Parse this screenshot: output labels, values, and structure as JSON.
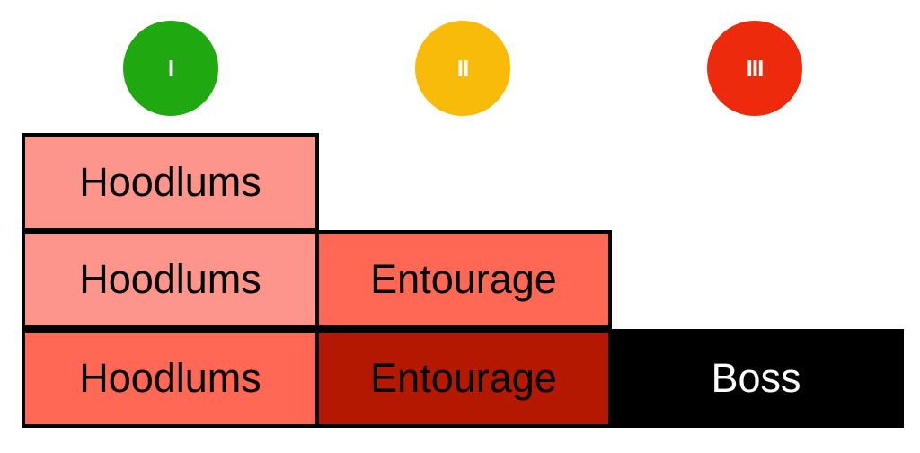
{
  "levels": [
    {
      "label": "I",
      "color": "#1fa80f"
    },
    {
      "label": "II",
      "color": "#f9bb0a"
    },
    {
      "label": "III",
      "color": "#ed2a0c"
    }
  ],
  "rows": [
    {
      "cells": [
        {
          "label": "Hoodlums",
          "color": "#fe958b"
        }
      ]
    },
    {
      "cells": [
        {
          "label": "Hoodlums",
          "color": "#fe958b"
        },
        {
          "label": "Entourage",
          "color": "#ff6854"
        }
      ]
    },
    {
      "cells": [
        {
          "label": "Hoodlums",
          "color": "#ff6854"
        },
        {
          "label": "Entourage",
          "color": "#b41800"
        },
        {
          "label": "Boss",
          "color": "#000000"
        }
      ]
    }
  ]
}
